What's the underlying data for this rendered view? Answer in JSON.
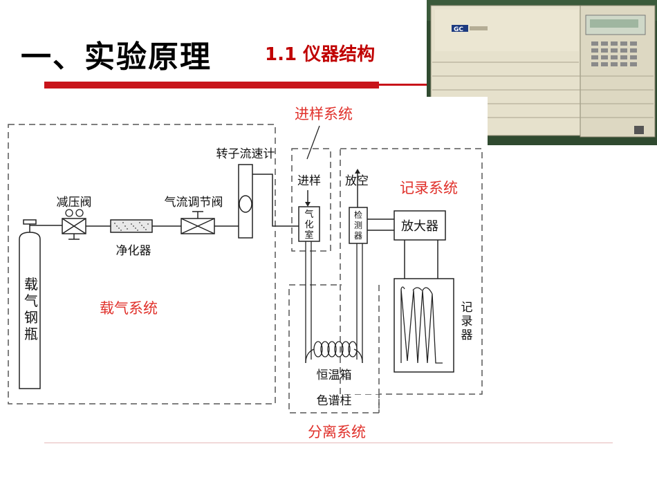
{
  "slide": {
    "title": "一、实验原理",
    "subtitle": "1.1  仪器结构"
  },
  "photo": {
    "badge": "GC"
  },
  "diagram": {
    "systems": {
      "carrier": "载气系统",
      "injection": "进样系统",
      "separation": "分离系统",
      "recording": "记录系统"
    },
    "components": {
      "cylinder": "载气钢瓶",
      "pressure_valve": "减压阀",
      "purifier": "净化器",
      "flow_valve": "气流调节阀",
      "rotameter": "转子流速计",
      "injection_in": "进样",
      "vaporizer": "气化室",
      "vent": "放空",
      "detector": "检测器",
      "amplifier": "放大器",
      "recorder": "记录器",
      "oven": "恒温箱",
      "column": "色谱柱"
    }
  },
  "colors": {
    "accent_red": "#c8141a",
    "label_red": "#e0302a",
    "title_red": "#c00000"
  }
}
